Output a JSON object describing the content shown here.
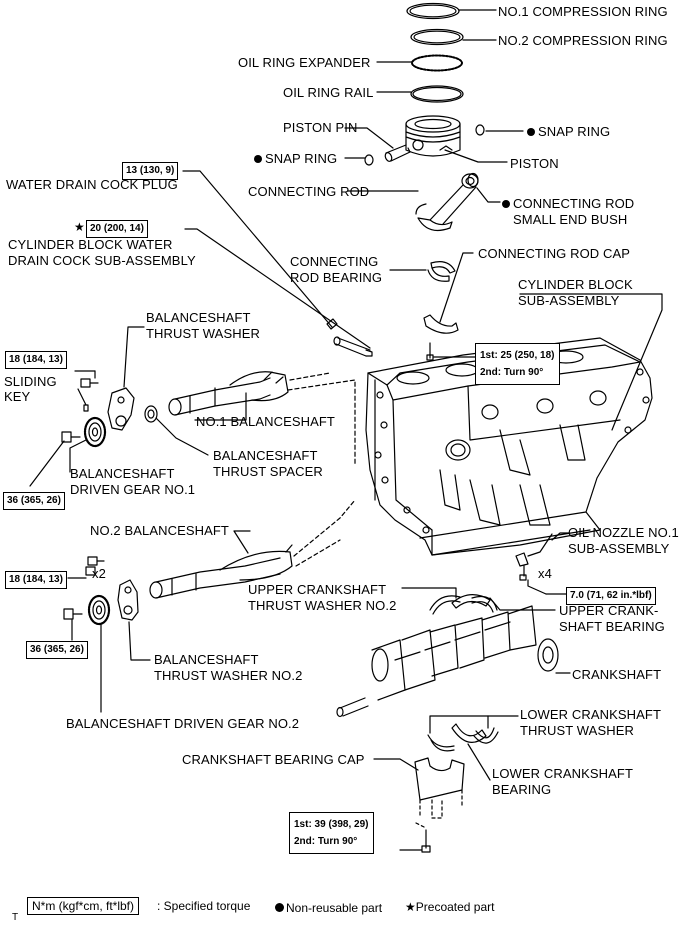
{
  "labels": {
    "no1_comp_ring": "NO.1 COMPRESSION RING",
    "no2_comp_ring": "NO.2 COMPRESSION RING",
    "oil_ring_expander": "OIL RING EXPANDER",
    "oil_ring_rail": "OIL RING RAIL",
    "piston_pin": "PISTON PIN",
    "snap_ring_right": "SNAP RING",
    "snap_ring_left": "SNAP RING",
    "piston": "PISTON",
    "connecting_rod": "CONNECTING ROD",
    "conrod_bush_1": "CONNECTING ROD",
    "conrod_bush_2": "SMALL END BUSH",
    "water_drain_plug": "WATER DRAIN COCK PLUG",
    "cyl_drain_1": "CYLINDER BLOCK WATER",
    "cyl_drain_2": "DRAIN COCK SUB-ASSEMBLY",
    "conrod_bearing_1": "CONNECTING",
    "conrod_bearing_2": "ROD BEARING",
    "conrod_cap": "CONNECTING ROD CAP",
    "cyl_block_1": "CYLINDER BLOCK",
    "cyl_block_2": "SUB-ASSEMBLY",
    "bal_thrust_washer_1": "BALANCESHAFT",
    "bal_thrust_washer_2": "THRUST WASHER",
    "sliding_key_1": "SLIDING",
    "sliding_key_2": "KEY",
    "no1_balanceshaft": "NO.1 BALANCESHAFT",
    "bal_thrust_spacer_1": "BALANCESHAFT",
    "bal_thrust_spacer_2": "THRUST SPACER",
    "bal_driven_gear1_1": "BALANCESHAFT",
    "bal_driven_gear1_2": "DRIVEN GEAR NO.1",
    "no2_balanceshaft": "NO.2 BALANCESHAFT",
    "oil_nozzle_1": "OIL NOZZLE NO.1",
    "oil_nozzle_2": "SUB-ASSEMBLY",
    "x2": "x2",
    "x4": "x4",
    "upper_thrust_1": "UPPER CRANKSHAFT",
    "upper_thrust_2": "THRUST WASHER NO.2",
    "upper_bearing_1": "UPPER CRANK-",
    "upper_bearing_2": "SHAFT BEARING",
    "crankshaft": "CRANKSHAFT",
    "bal_thrust_washer2_1": "BALANCESHAFT",
    "bal_thrust_washer2_2": "THRUST WASHER NO.2",
    "lower_thrust_1": "LOWER CRANKSHAFT",
    "lower_thrust_2": "THRUST WASHER",
    "bal_driven_gear2": "BALANCESHAFT DRIVEN GEAR NO.2",
    "crank_bearing_cap": "CRANKSHAFT BEARING CAP",
    "lower_bearing_1": "LOWER CRANKSHAFT",
    "lower_bearing_2": "BEARING"
  },
  "torques": {
    "plug": "13 (130, 9)",
    "drain_cock": "20 (200, 14)",
    "thrust_washer_bolt": "18 (184, 13)",
    "gear1_bolt": "36 (365, 26)",
    "conrod_cap_1": "1st: 25 (250, 18)",
    "conrod_cap_2": "2nd: Turn 90°",
    "no2_washer_bolt": "18 (184, 13)",
    "gear2_bolt": "36 (365, 26)",
    "oil_nozzle": "7.0 (71, 62 in.*lbf)",
    "main_cap_1": "1st: 39 (398, 29)",
    "main_cap_2": "2nd: Turn 90°"
  },
  "legend": {
    "unit_box": "N*m (kgf*cm, ft*lbf)",
    "specified_torque": ": Specified torque",
    "non_reusable": "Non-reusable part",
    "precoated": "Precoated part"
  },
  "corner_mark": "T"
}
